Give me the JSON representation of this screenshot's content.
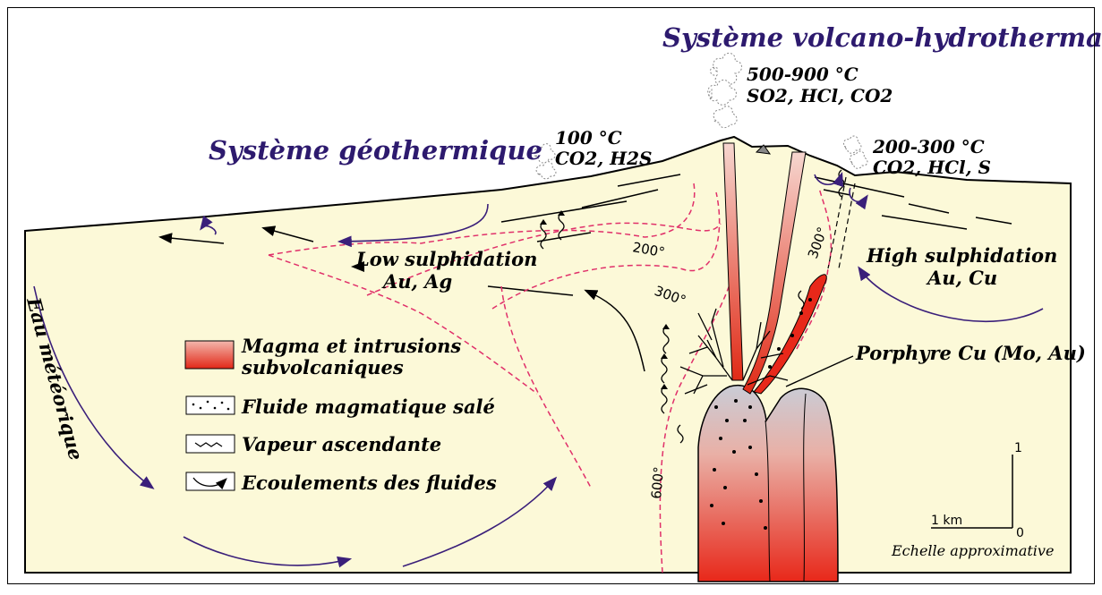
{
  "titles": {
    "volcano": "Système volcano-hydrothermal",
    "geo": "Système géothermique"
  },
  "vents": {
    "summit_temp": "500-900 °C",
    "summit_gas": "SO2, HCl, CO2",
    "left_temp": "100 °C",
    "left_gas": "CO2, H2S",
    "right_temp": "200-300 °C",
    "right_gas": "CO2, HCl, S"
  },
  "zones": {
    "low_line1": "Low sulphidation",
    "low_line2": "Au, Ag",
    "high_line1": "High sulphidation",
    "high_line2": "Au, Cu",
    "porphyry": "Porphyre Cu (Mo, Au)",
    "meteoric": "Eau météorique"
  },
  "isotherms": [
    "200°",
    "300°",
    "300°",
    "600°"
  ],
  "legend": [
    {
      "text": "Magma et intrusions",
      "text2": "subvolcaniques"
    },
    {
      "text": "Fluide magmatique salé"
    },
    {
      "text": "Vapeur ascendante"
    },
    {
      "text": "Ecoulements des fluides"
    }
  ],
  "scale": {
    "vertical": "1",
    "zero": "0",
    "horizontal": "1 km",
    "caption": "Echelle approximative"
  },
  "colors": {
    "ground": "#fcf9d8",
    "title_purple": "#2d1a6e",
    "isotherm": "#e0306a",
    "arrow_purple": "#3a1f7a",
    "magma_red": "#e8281a"
  }
}
